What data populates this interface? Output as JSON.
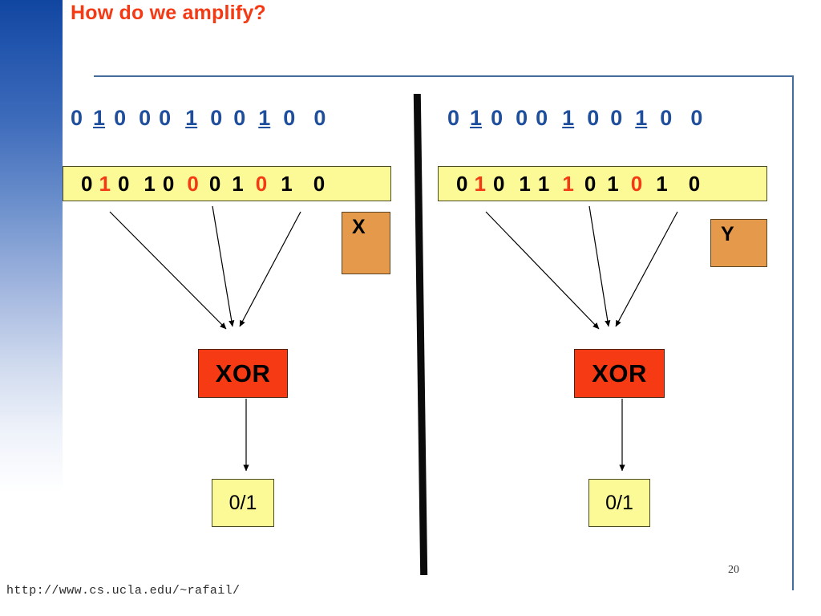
{
  "slide": {
    "title": "How do we amplify?",
    "title_color": "#f43a14",
    "page_number": "20",
    "footer_url": "http://www.cs.ucla.edu/~rafail/"
  },
  "colors": {
    "sidebar_top": "#1146a0",
    "frame_line": "#456c9a",
    "divider": "#0b0b0b",
    "source_bits": "#1f4e9c",
    "bit_box_fill": "#fbfa96",
    "highlight_bit": "#f43a14",
    "label_box_fill": "#e59a4b",
    "xor_fill": "#f53a14",
    "out_box_fill": "#fbfa96"
  },
  "panels": [
    {
      "id": "left",
      "source_row": {
        "bits": [
          "0",
          "1",
          "0",
          "0",
          "0",
          "1",
          "0",
          "0",
          "1",
          "0",
          "0"
        ],
        "underlined_indices": [
          1,
          5,
          8
        ]
      },
      "bit_box": {
        "bits": [
          "0",
          "1",
          "0",
          "1",
          "0",
          "0",
          "0",
          "1",
          "0",
          "1",
          "0"
        ],
        "highlight_indices": [
          1,
          5,
          8
        ]
      },
      "label_box": {
        "text": "X"
      },
      "gate": {
        "text": "XOR"
      },
      "output": {
        "text": "0/1"
      }
    },
    {
      "id": "right",
      "source_row": {
        "bits": [
          "0",
          "1",
          "0",
          "0",
          "0",
          "1",
          "0",
          "0",
          "1",
          "0",
          "0"
        ],
        "underlined_indices": [
          1,
          5,
          8
        ]
      },
      "bit_box": {
        "bits": [
          "0",
          "1",
          "0",
          "1",
          "1",
          "1",
          "0",
          "1",
          "0",
          "1",
          "0"
        ],
        "highlight_indices": [
          1,
          5,
          8
        ]
      },
      "label_box": {
        "text": "Y"
      },
      "gate": {
        "text": "XOR"
      },
      "output": {
        "text": "0/1"
      }
    }
  ]
}
